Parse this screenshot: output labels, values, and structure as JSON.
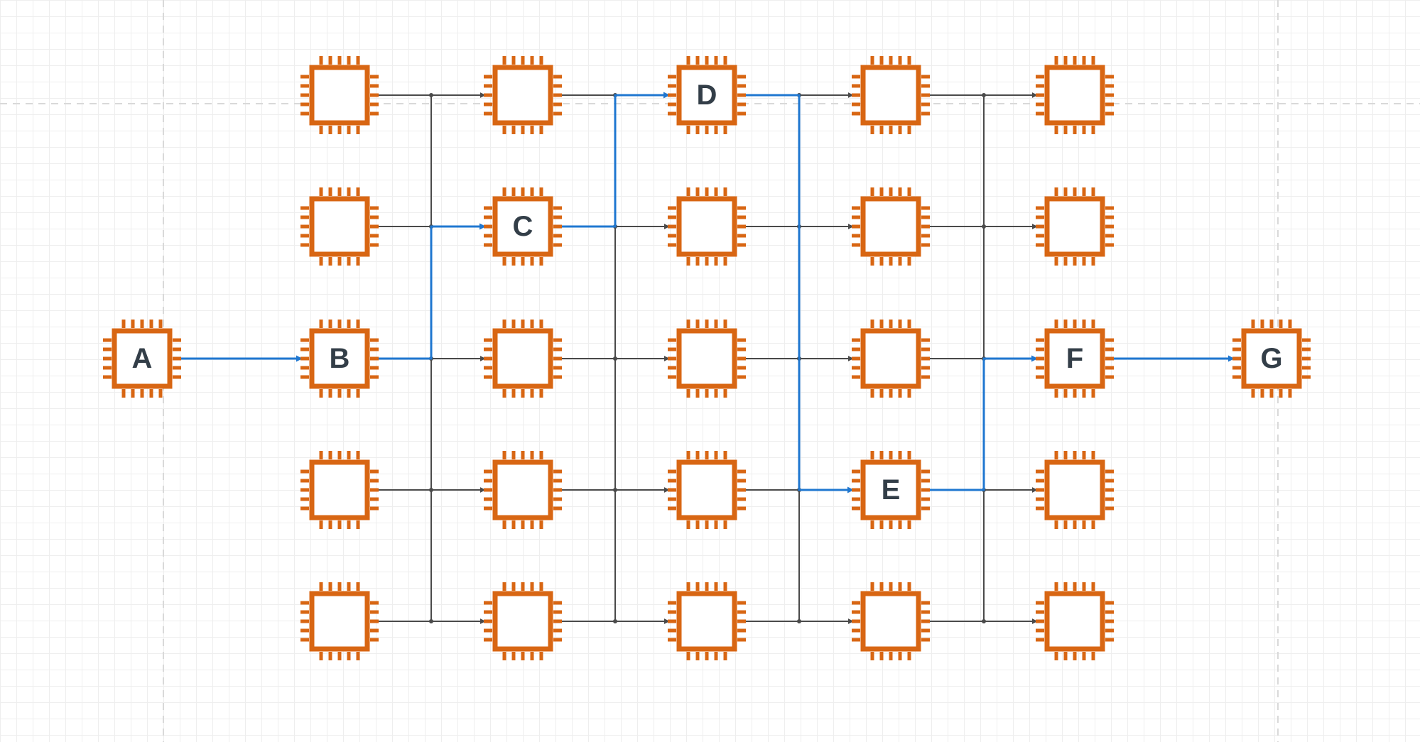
{
  "diagram": {
    "colors": {
      "chip": "#d86613",
      "edge": "#4a4a4a",
      "highlight": "#1f77d0",
      "label": "#333e48",
      "page_guide": "#d9d9d9"
    },
    "icon": "processor-chip-icon",
    "nodes": [
      {
        "id": "A",
        "label": "A"
      },
      {
        "id": "B",
        "label": "B"
      },
      {
        "id": "C",
        "label": "C"
      },
      {
        "id": "D",
        "label": "D"
      },
      {
        "id": "E",
        "label": "E"
      },
      {
        "id": "F",
        "label": "F"
      },
      {
        "id": "G",
        "label": "G"
      }
    ],
    "highlighted_path": [
      "A",
      "B",
      "C",
      "D",
      "E",
      "F",
      "G"
    ]
  }
}
